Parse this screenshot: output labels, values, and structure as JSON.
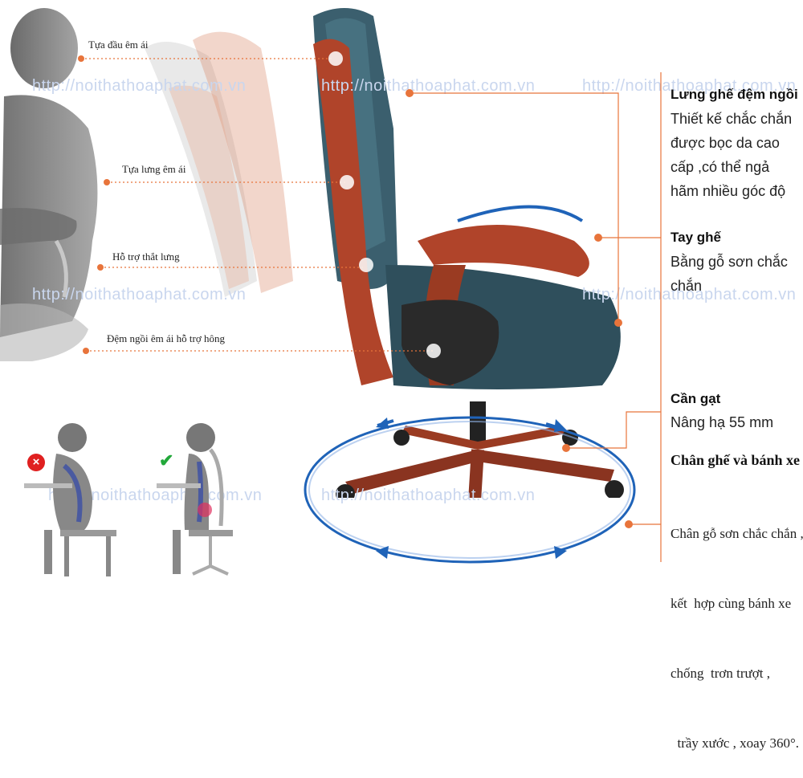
{
  "watermark": "http://noithathoaphat.com.vn",
  "left_labels": {
    "headrest": "Tựa đầu êm ái",
    "backrest": "Tựa lưng êm ái",
    "lumbar": "Hỗ trợ thắt lưng",
    "seat": "Đệm ngồi êm ái hỗ trợ hông"
  },
  "features": {
    "seat_back": {
      "title": "Lưng ghế đệm ngồi",
      "lines": [
        "Thiết kế chắc chắn",
        "được bọc da cao",
        "cấp ,có thể ngả",
        "hãm nhiều góc độ"
      ]
    },
    "armrest": {
      "title": "Tay ghế",
      "lines": [
        "Bằng gỗ sơn chắc",
        "chắn"
      ]
    },
    "lever": {
      "title": "Cần gạt",
      "lines": [
        "Nâng hạ 55 mm"
      ]
    },
    "base": {
      "title": "Chân ghế và bánh xe",
      "lines": [
        "Chân gỗ sơn chắc chắn ,",
        "kết  hợp cùng bánh xe",
        "chống  trơn trượt ,",
        "  trầy xước , xoay 360°."
      ]
    }
  },
  "icons": {
    "wrong": "wrong-posture-icon",
    "right": "correct-posture-icon"
  },
  "colors": {
    "accent_orange": "#e8743b",
    "wood": "#b0442a",
    "leather": "#3b5f6e",
    "arrow_blue": "#1f63b8",
    "wrong_red": "#e02020",
    "right_green": "#22a83a"
  }
}
